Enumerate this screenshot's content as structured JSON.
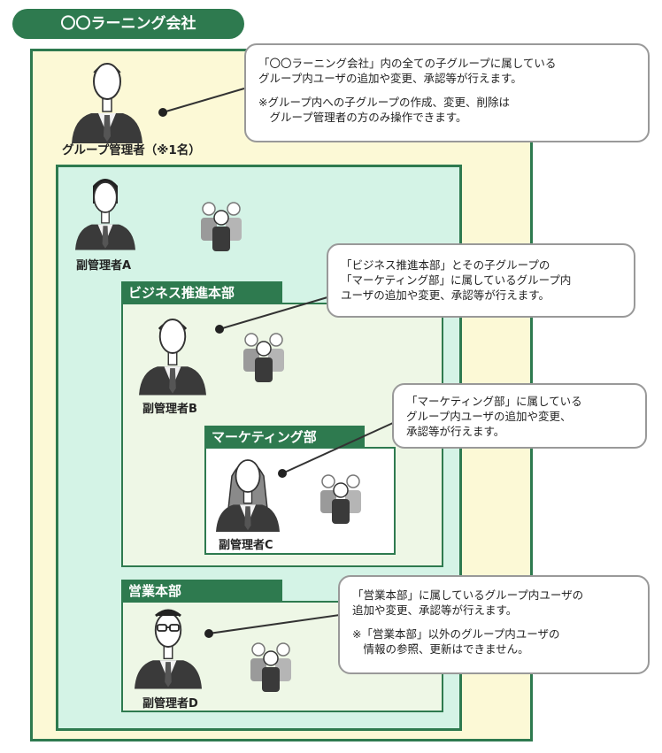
{
  "title": "〇〇ラーニング会社",
  "roles": {
    "admin": "グループ管理者（※1名）",
    "sub_a": "副管理者A",
    "sub_b": "副管理者B",
    "sub_c": "副管理者C",
    "sub_d": "副管理者D"
  },
  "groups": {
    "business": "ビジネス推進本部",
    "marketing": "マーケティング部",
    "sales": "営業本部"
  },
  "bubbles": {
    "admin": {
      "line1": "「〇〇ラーニング会社」内の全ての子グループに属している",
      "line2": "グループ内ユーザの追加や変更、承認等が行えます。",
      "note1": "※グループ内への子グループの作成、変更、削除は",
      "note2": "　グループ管理者の方のみ操作できます。"
    },
    "business": {
      "line1": "「ビジネス推進本部」とその子グループの",
      "line2": "「マーケティング部」に属しているグループ内",
      "line3": "ユーザの追加や変更、承認等が行えます。"
    },
    "marketing": {
      "line1": "「マーケティング部」に属している",
      "line2": "グループ内ユーザの追加や変更、",
      "line3": "承認等が行えます。"
    },
    "sales": {
      "line1": "「営業本部」に属しているグループ内ユーザの",
      "line2": "追加や変更、承認等が行えます。",
      "note1": "※「営業本部」以外のグループ内ユーザの",
      "note2": "　情報の参照、更新はできません。"
    }
  },
  "colors": {
    "accent": "#2e7a4f",
    "outer_bg": "#fcf9d6",
    "group_bg": "#d4f3e6",
    "dept_bg": "#eef7e6"
  },
  "icons": [
    "admin-person-icon",
    "manager-icon",
    "user-group-icon",
    "connector-line"
  ]
}
